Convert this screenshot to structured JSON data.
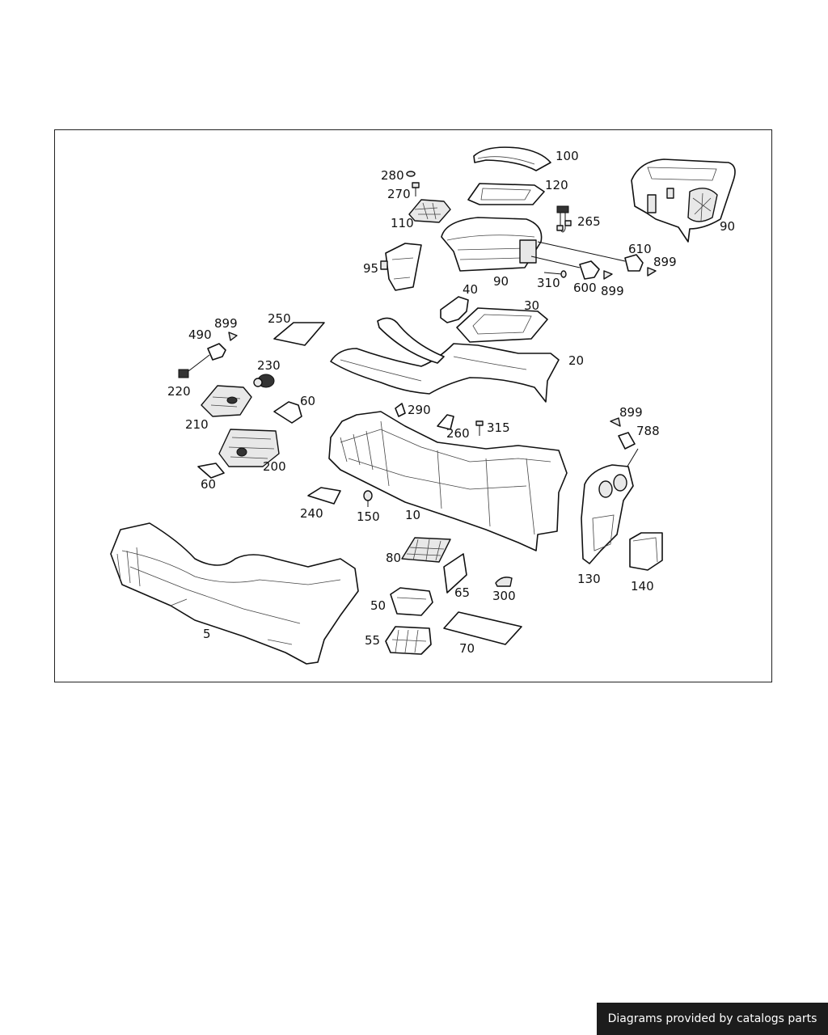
{
  "callouts": {
    "c100": "100",
    "c280": "280",
    "c270": "270",
    "c120": "120",
    "c110": "110",
    "c265": "265",
    "c90a": "90",
    "c90b": "90",
    "c95": "95",
    "c610": "610",
    "c899a": "899",
    "c310": "310",
    "c600": "600",
    "c899b": "899",
    "c40": "40",
    "c30": "30",
    "c899c": "899",
    "c490": "490",
    "c250": "250",
    "c20": "20",
    "c230": "230",
    "c220": "220",
    "c60a": "60",
    "c210": "210",
    "c290": "290",
    "c260": "260",
    "c315": "315",
    "c899d": "899",
    "c788": "788",
    "c200": "200",
    "c60b": "60",
    "c240": "240",
    "c150": "150",
    "c10": "10",
    "c80": "80",
    "c130": "130",
    "c140": "140",
    "c65": "65",
    "c300": "300",
    "c50": "50",
    "c5": "5",
    "c55": "55",
    "c70": "70"
  },
  "footer": {
    "text": "Diagrams provided by catalogs parts"
  },
  "colors": {
    "line": "#111111",
    "background": "#ffffff",
    "footer_bg": "#1c1c1c",
    "footer_text": "#ffffff"
  }
}
